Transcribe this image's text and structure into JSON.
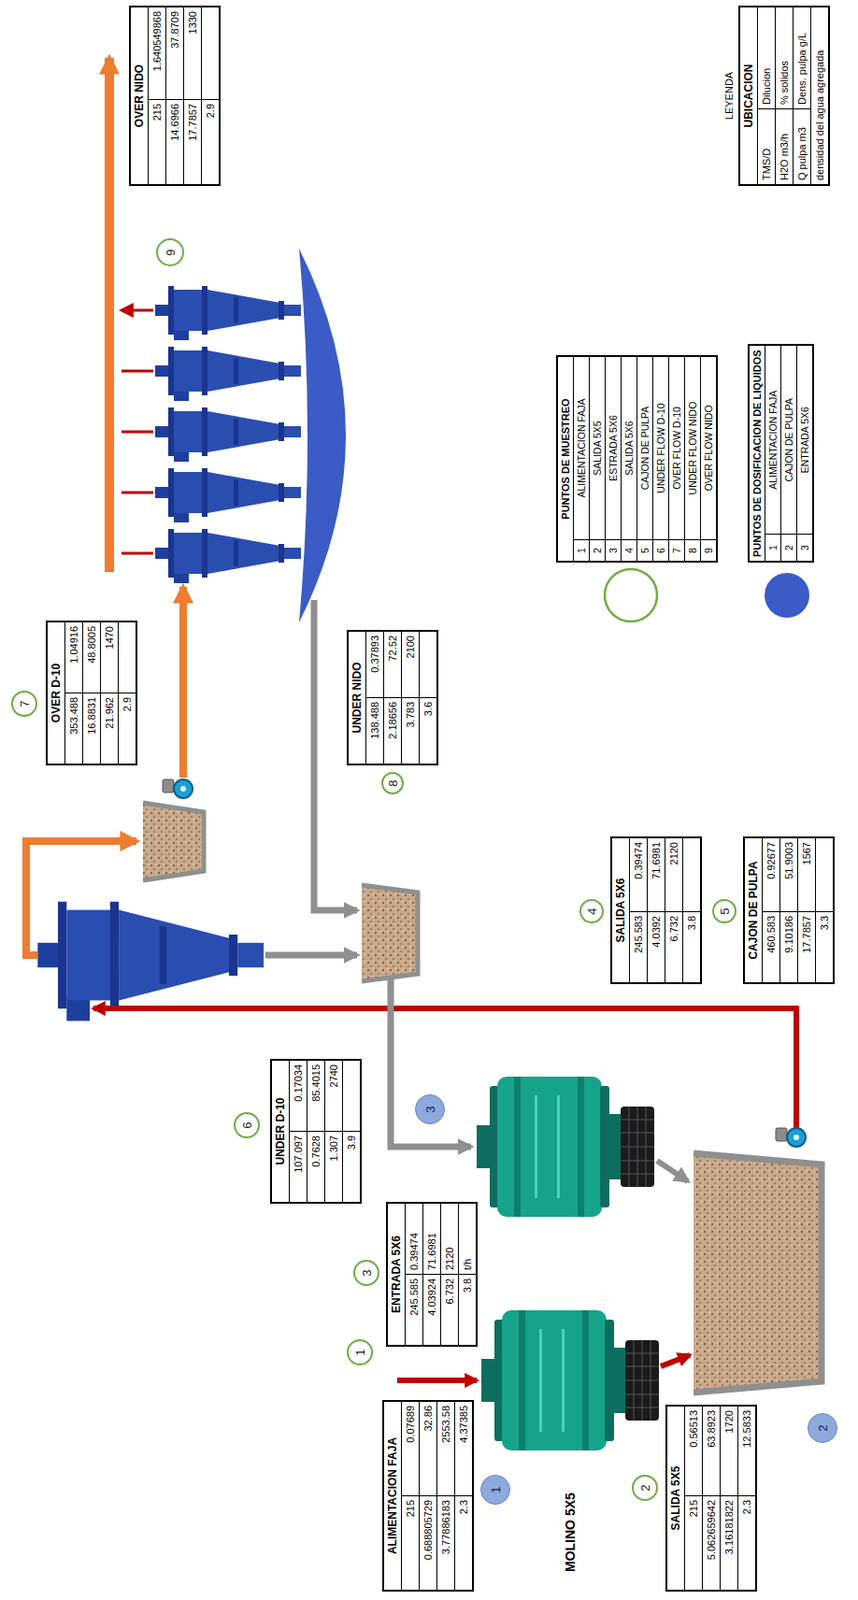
{
  "diagram": {
    "nodes": [
      {
        "text": [
          "1"
        ]
      },
      {
        "text": [
          "ALIMENTACION FAJA",
          "215",
          "0.07689",
          "0.688805729",
          "32.86",
          "3.77886183",
          "2553.58",
          "2.3",
          "4.37385"
        ]
      },
      {
        "text": [
          "1"
        ]
      },
      {
        "text": [
          "2"
        ]
      },
      {
        "text": [
          "SALIDA 5X5",
          "215",
          "0.56513",
          "5.062659642",
          "63.8923",
          "3.16181822",
          "1720",
          "2.3",
          "12.5833"
        ]
      },
      {
        "text": [
          "2"
        ]
      },
      {
        "text": [
          "3"
        ]
      },
      {
        "text": [
          "ENTRADA 5X6",
          "245.585",
          "0.39474",
          "4.03924",
          "71.6981",
          "6.732",
          "2120",
          "3.8",
          "t/h"
        ]
      },
      {
        "text": [
          "3"
        ]
      },
      {
        "text": [
          "4"
        ]
      },
      {
        "text": [
          "SALIDA 5X6",
          "245.583",
          "0.39474",
          "4.0392",
          "71.6981",
          "6.732",
          "2120",
          "3.8"
        ]
      },
      {
        "text": [
          "5"
        ]
      },
      {
        "text": [
          "CAJON DE PULPA",
          "460.583",
          "0.92677",
          "9.10186",
          "51.9003",
          "17.7857",
          "1567",
          "3.3"
        ]
      },
      {
        "text": [
          "6"
        ]
      },
      {
        "text": [
          "UNDER D-10",
          "107.097",
          "0.17034",
          "0.7628",
          "85.4015",
          "1.307",
          "2740",
          "3.9"
        ]
      },
      {
        "text": [
          "7"
        ]
      },
      {
        "text": [
          "OVER D-10",
          "353.488",
          "1.04916",
          "16.8831",
          "48.8005",
          "21.962",
          "1470",
          "2.9"
        ]
      },
      {
        "text": [
          "8"
        ]
      },
      {
        "text": [
          "UNDER NIDO",
          "138.488",
          "0.37893",
          "2.18656",
          "72.52",
          "3.783",
          "2100",
          "3.6"
        ]
      },
      {
        "text": [
          "9"
        ]
      },
      {
        "text": [
          "OVER NIDO",
          "215",
          "1.640549868",
          "14.6966",
          "37.8709",
          "17.7857",
          "1330",
          "2.9"
        ]
      },
      {
        "text": [
          "PUNTOS DE MUESTREO",
          "1",
          "ALIMENTACION FAJA",
          "2",
          "SALIDA 5X5",
          "3",
          "ESTRADA 5X6",
          "4",
          "SALIDA 5X6",
          "5",
          "CAJON DE PULPA",
          "6",
          "UNDER FLOW D-10",
          "7",
          "OVER FLOW D-10",
          "8",
          "UNDER FLOW NIDO",
          "9",
          "OVER FLOW NIDO"
        ]
      },
      {
        "text": [
          "PUNTOS DE DOSIFICACION DE LIQUIDOS",
          "1",
          "ALIMENTACION FAJA",
          "2",
          "CAJON DE PULPA",
          "3",
          "ENTRADA 5X6"
        ]
      },
      {
        "text": [
          "LEYENDA",
          "UBICACION",
          "TMS/D",
          "Dilucion",
          "H2O m3/h",
          "% solidos",
          "Q pulpa m3",
          "Dens. pulpa g/L",
          "densidad del agua agregada"
        ]
      }
    ],
    "labels": [
      "MOLINO 5X5"
    ]
  }
}
